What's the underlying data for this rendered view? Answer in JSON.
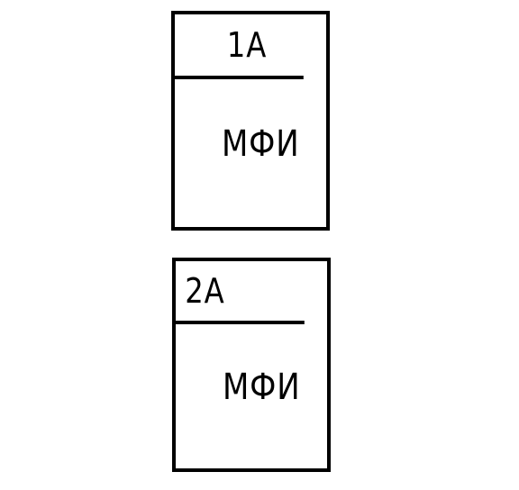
{
  "blocks": [
    {
      "id": "1A",
      "label": "МФИ"
    },
    {
      "id": "2A",
      "label": "МФИ"
    }
  ],
  "colors": {
    "stroke": "#000000",
    "background": "#ffffff",
    "text": "#000000"
  }
}
